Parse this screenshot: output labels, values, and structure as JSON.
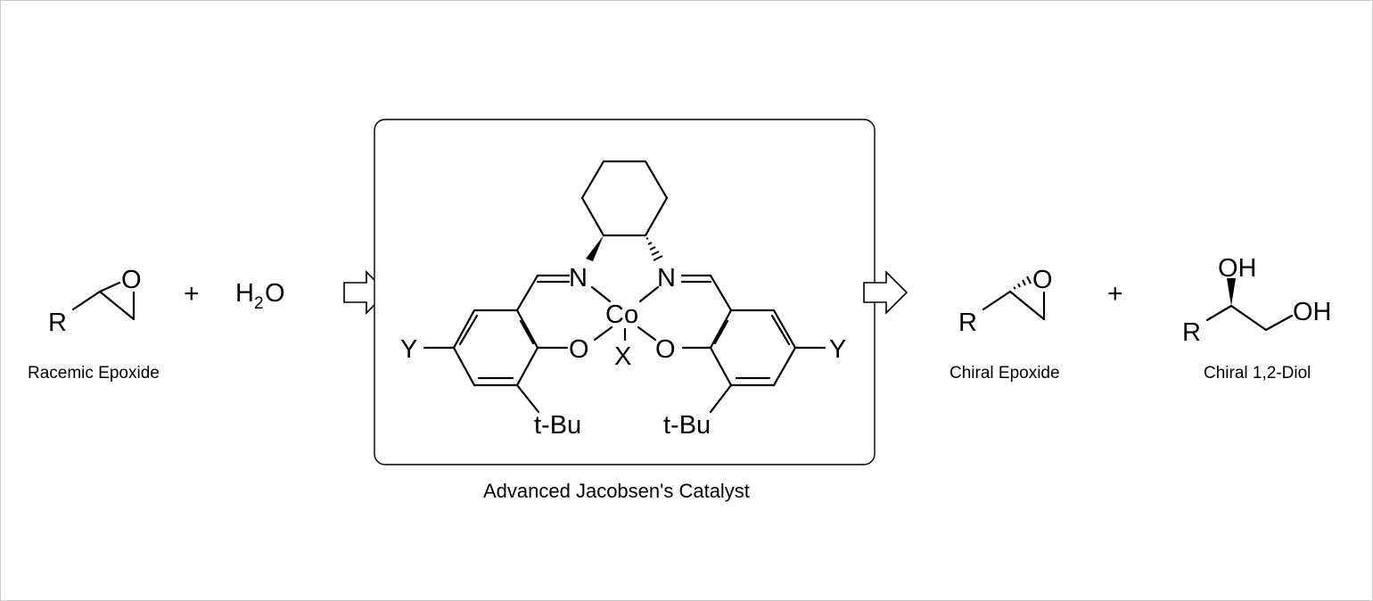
{
  "reactants": {
    "epoxide_label": "Racemic Epoxide",
    "epoxide_atom_r": "R",
    "epoxide_atom_o": "O",
    "plus": "+",
    "water_h": "H",
    "water_sub": "2",
    "water_o": "O"
  },
  "catalyst": {
    "caption": "Advanced Jacobsen's Catalyst",
    "atom_n_left": "N",
    "atom_n_right": "N",
    "atom_co": "Co",
    "atom_x": "X",
    "atom_o_left": "O",
    "atom_o_right": "O",
    "atom_y_left": "Y",
    "atom_y_right": "Y",
    "tbu_left": "t-Bu",
    "tbu_right": "t-Bu"
  },
  "products": {
    "epoxide_label": "Chiral Epoxide",
    "epoxide_atom_r": "R",
    "epoxide_atom_o": "O",
    "plus": "+",
    "diol_label": "Chiral 1,2-Diol",
    "diol_atom_r": "R",
    "diol_oh_top": "OH",
    "diol_oh_right": "OH"
  },
  "icons": {
    "arrow_left": "hollow-right-arrow-icon",
    "arrow_right": "hollow-right-arrow-icon"
  }
}
